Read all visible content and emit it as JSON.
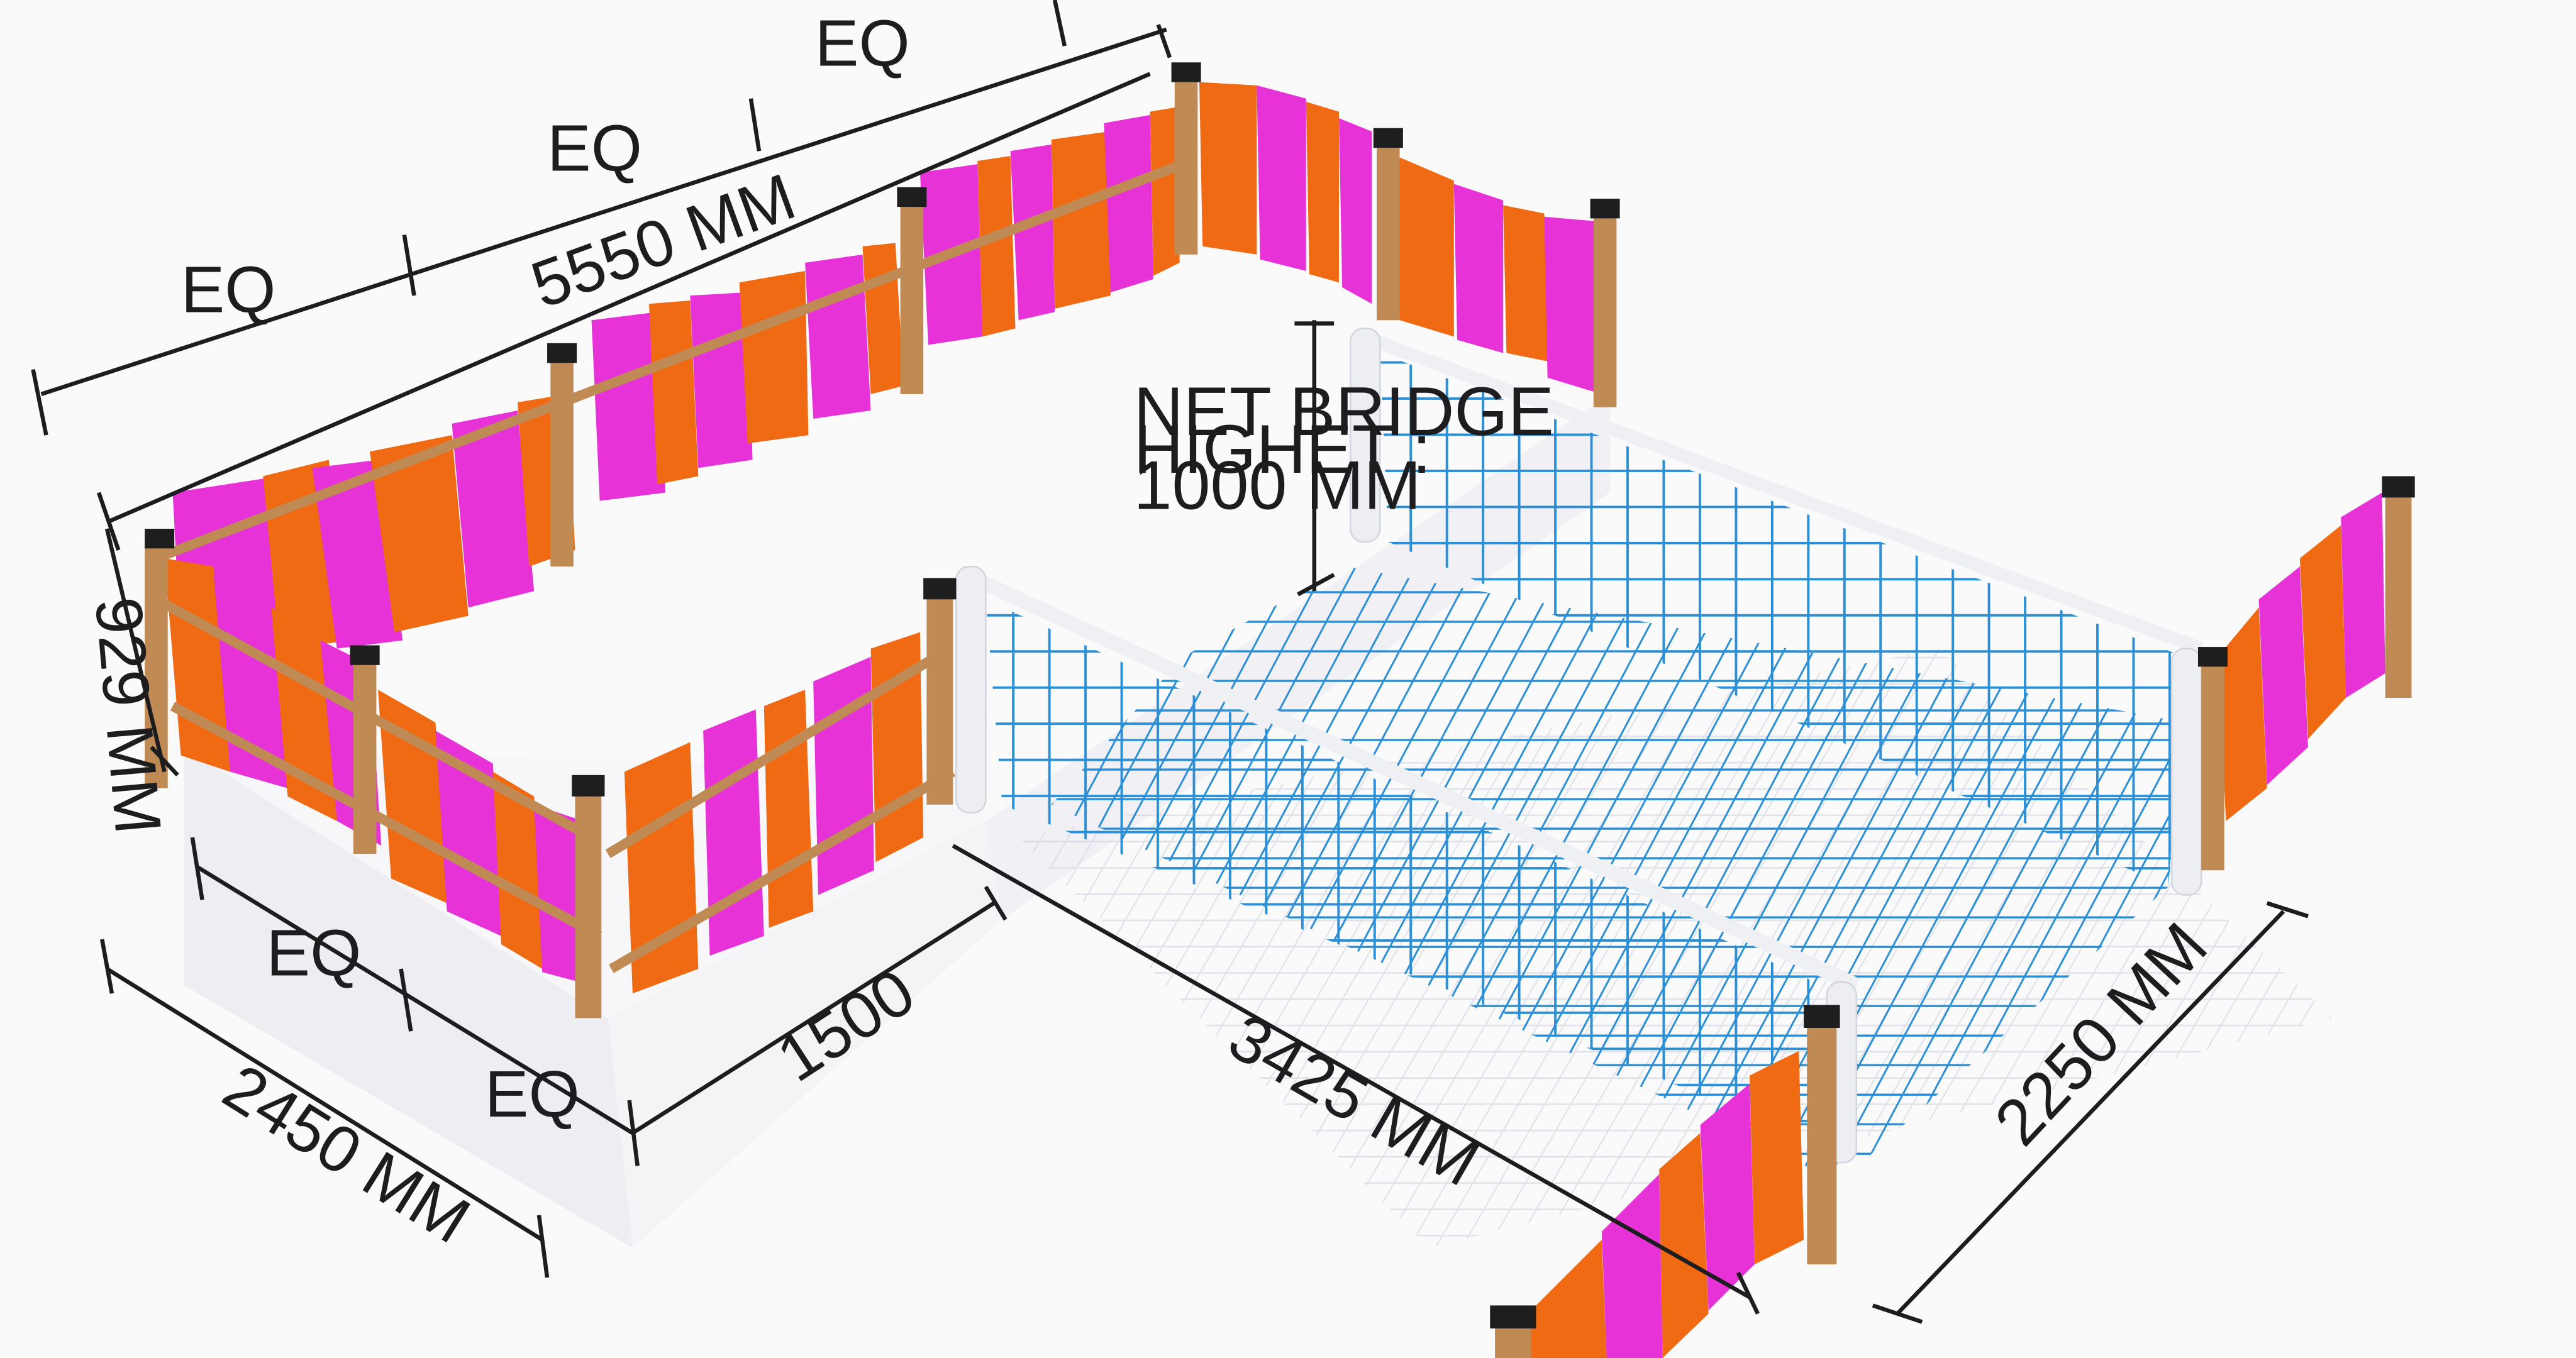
{
  "dimensions": {
    "top_total": "5550 MM",
    "top_eq": [
      "EQ",
      "EQ",
      "EQ"
    ],
    "side_height": "929 MM",
    "left_total": "2450 MM",
    "left_eq": [
      "EQ",
      "EQ"
    ],
    "front_depth": "1500",
    "bridge_length": "3425 MM",
    "bridge_width": "2250 MM"
  },
  "notes": {
    "net_bridge_line1": "NET BRIDGE",
    "net_bridge_line2": "HIGHET :",
    "net_bridge_line3": "1000 MM"
  },
  "colors": {
    "orange": "#f06a13",
    "magenta": "#e632d6",
    "wood": "#c08a55",
    "net": "#2b8fd6",
    "rail": "#eceef2",
    "base": "#f3f3f6",
    "ink": "#1d1d1f"
  }
}
